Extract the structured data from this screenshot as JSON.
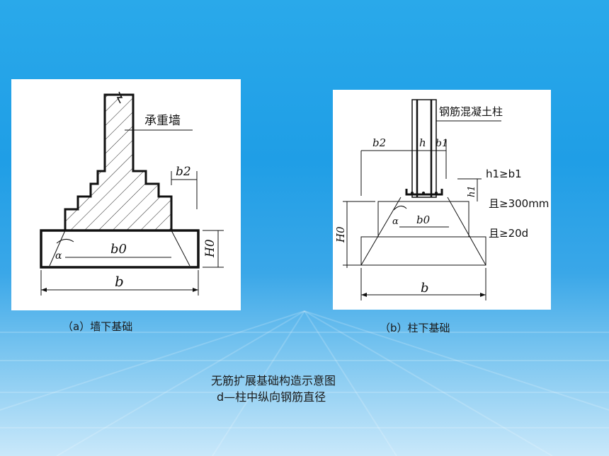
{
  "panel_a": {
    "wall_label": "承重墙",
    "b2": "b2",
    "b0": "b0",
    "h0": "H0",
    "b": "b",
    "alpha": "α",
    "caption": "（a）墙下基础"
  },
  "panel_b": {
    "column_label": "钢筋混凝土柱",
    "b2": "b2",
    "h": "h",
    "b1": "b1",
    "h1": "h1",
    "h0": "H0",
    "b0": "b0",
    "b": "b",
    "alpha": "α",
    "cond1": "h1≥b1",
    "cond2": "且≥300mm",
    "cond3": "且≥20d",
    "caption": "（b）柱下基础"
  },
  "title": "无筋扩展基础构造示意图",
  "note": "d—柱中纵向钢筋直径",
  "colors": {
    "background_top": "#2aa9ea",
    "background_bottom": "#c9e8fa",
    "panel": "#ffffff",
    "ink": "#111111"
  }
}
